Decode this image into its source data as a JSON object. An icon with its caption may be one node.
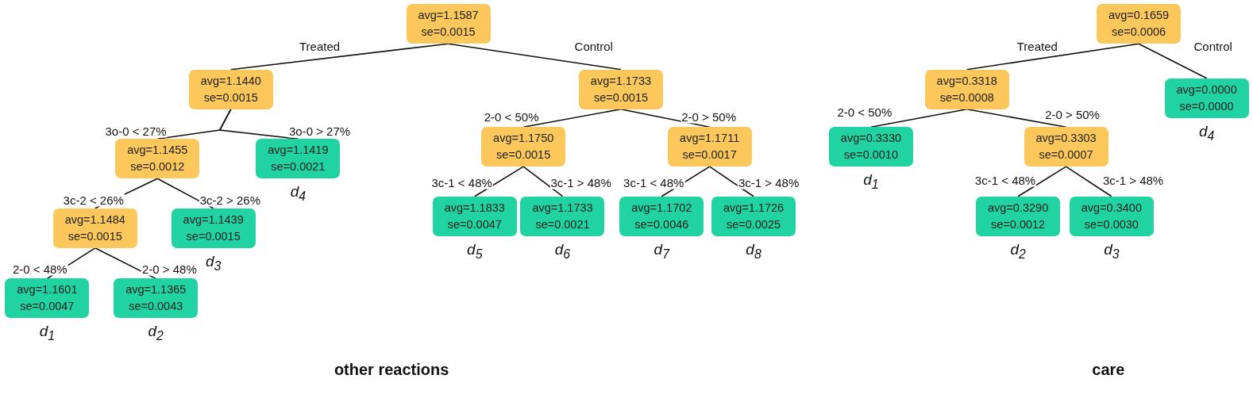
{
  "diagram": {
    "nodes": [
      {
        "text": [
          "avg=1.1587 se=0.0015"
        ]
      },
      {
        "text": [
          "avg=1.1440 se=0.0015"
        ]
      },
      {
        "text": [
          "avg=1.1733 se=0.0015"
        ]
      },
      {
        "text": [
          "avg=1.1455 se=0.0012"
        ]
      },
      {
        "text": [
          "avg=1.1419 se=0.0021"
        ],
        "beside": [
          "d$_{4}$"
        ]
      },
      {
        "text": [
          "avg=1.1484 se=0.0015"
        ]
      },
      {
        "text": [
          "avg=1.1439 se=0.0015"
        ],
        "beside": [
          "d$_{3}$"
        ]
      },
      {
        "text": [
          "avg=1.1601 se=0.0047"
        ],
        "beside": [
          "d$_{1}$"
        ]
      },
      {
        "text": [
          "avg=1.1365 se=0.0043"
        ],
        "beside": [
          "d$_{2}$"
        ]
      },
      {
        "text": [
          "avg=1.1750 se=0.0015"
        ]
      },
      {
        "text": [
          "avg=1.1711 se=0.0017"
        ]
      },
      {
        "text": [
          "avg=1.1833 se=0.0047"
        ],
        "beside": [
          "d$_{5}$"
        ]
      },
      {
        "text": [
          "avg=1.1733 se=0.0021"
        ],
        "beside": [
          "d$_{6}$"
        ]
      },
      {
        "text": [
          "avg=1.1702 se=0.0046"
        ],
        "beside": [
          "d$_{7}$"
        ]
      },
      {
        "text": [
          "avg=1.1726 se=0.0025"
        ],
        "beside": [
          "d$_{8}$"
        ]
      },
      {
        "text": [
          "avg=0.1659 se=0.0006"
        ]
      },
      {
        "text": [
          "avg=0.3318 se=0.0008"
        ]
      },
      {
        "text": [
          "avg=0.0000 se=0.0000"
        ],
        "beside": [
          "d$_{4}$"
        ]
      },
      {
        "text": [
          "avg=0.3330 se=0.0010"
        ],
        "beside": [
          "d$_{1}$"
        ]
      },
      {
        "text": [
          "avg=0.3303 se=0.0007"
        ]
      },
      {
        "text": [
          "avg=0.3290 se=0.0012"
        ],
        "beside": [
          "d$_{2}$"
        ]
      },
      {
        "text": [
          "avg=0.3400 se=0.0030"
        ],
        "beside": [
          "d$_{3}$"
        ]
      }
    ],
    "edges": [
      {
        "from": 0,
        "to": 1,
        "arrow": "none",
        "label": "Treated"
      },
      {
        "from": 0,
        "to": 2,
        "arrow": "none",
        "label": "Control"
      },
      {
        "from": 1,
        "to": 3,
        "arrow": "none",
        "label": "3o-0 < 27%"
      },
      {
        "from": 1,
        "to": 4,
        "arrow": "none",
        "label": "3o-0 > 27%"
      },
      {
        "from": 3,
        "to": 5,
        "arrow": "none",
        "label": "3c-2 < 26%"
      },
      {
        "from": 3,
        "to": 6,
        "arrow": "none",
        "label": "3c-2 > 26%"
      },
      {
        "from": 5,
        "to": 7,
        "arrow": "none",
        "label": "2-0 < 48%"
      },
      {
        "from": 5,
        "to": 8,
        "arrow": "none",
        "label": "2-0 > 48%"
      },
      {
        "from": 2,
        "to": 9,
        "arrow": "none",
        "label": "2-0 < 50%"
      },
      {
        "from": 2,
        "to": 10,
        "arrow": "none",
        "label": "2-0 > 50%"
      },
      {
        "from": 9,
        "to": 11,
        "arrow": "none",
        "label": "3c-1 < 48%"
      },
      {
        "from": 9,
        "to": 12,
        "arrow": "none",
        "label": "3c-1 > 48%"
      },
      {
        "from": 10,
        "to": 13,
        "arrow": "none",
        "label": "3c-1 < 48%"
      },
      {
        "from": 10,
        "to": 14,
        "arrow": "none",
        "label": "3c-1 > 48%"
      },
      {
        "from": 15,
        "to": 16,
        "arrow": "none",
        "label": "Treated"
      },
      {
        "from": 15,
        "to": 17,
        "arrow": "none",
        "label": "Control"
      },
      {
        "from": 16,
        "to": 18,
        "arrow": "none",
        "label": "2-0 < 50%"
      },
      {
        "from": 16,
        "to": 19,
        "arrow": "none",
        "label": "2-0 > 50%"
      },
      {
        "from": 19,
        "to": 20,
        "arrow": "none",
        "label": "3c-1 < 48%"
      },
      {
        "from": 19,
        "to": 21,
        "arrow": "none",
        "label": "3c-1 > 48%"
      }
    ],
    "labels": [
      "other reactions",
      "care"
    ]
  }
}
